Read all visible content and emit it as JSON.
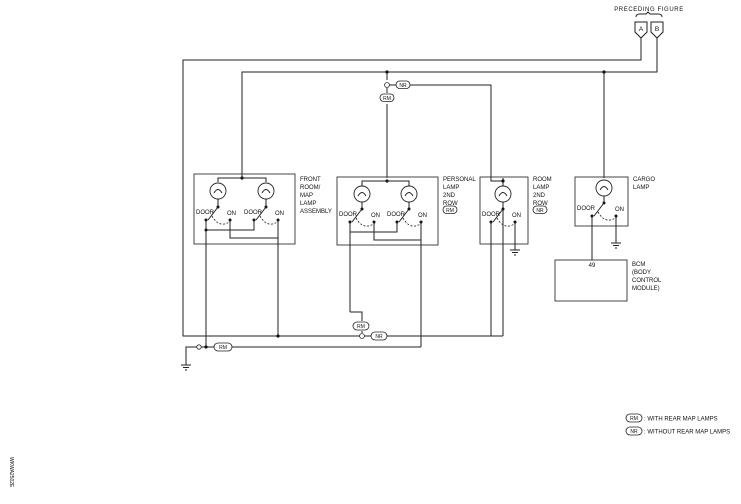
{
  "header": {
    "preceding_figure": "PRECEDING FIGURE"
  },
  "connectors": {
    "a": "A",
    "b": "B"
  },
  "components": {
    "front_lamp": {
      "label_lines": [
        "FRONT",
        "ROOM/",
        "MAP",
        "LAMP",
        "ASSEMBLY"
      ]
    },
    "personal_lamp": {
      "label_lines": [
        "PERSONAL",
        "LAMP",
        "2ND",
        "ROW"
      ],
      "code": "RM"
    },
    "room_lamp": {
      "label_lines": [
        "ROOM",
        "LAMP",
        "2ND",
        "ROW"
      ],
      "code": "NR"
    },
    "cargo_lamp": {
      "label_lines": [
        "CARGO",
        "LAMP"
      ]
    },
    "bcm": {
      "terminal": "49",
      "label_lines": [
        "BCM",
        "(BODY",
        "CONTROL",
        "MODULE)"
      ]
    }
  },
  "switch_labels": {
    "door": "DOOR",
    "on": "ON"
  },
  "wire_tags": {
    "rm": "RM",
    "nr": "NR"
  },
  "legend": [
    {
      "code": "RM",
      "text": ": WITH REAR MAP LAMPS"
    },
    {
      "code": "NR",
      "text": ": WITHOUT REAR MAP LAMPS"
    }
  ],
  "figure_id": "WKWA2502E"
}
